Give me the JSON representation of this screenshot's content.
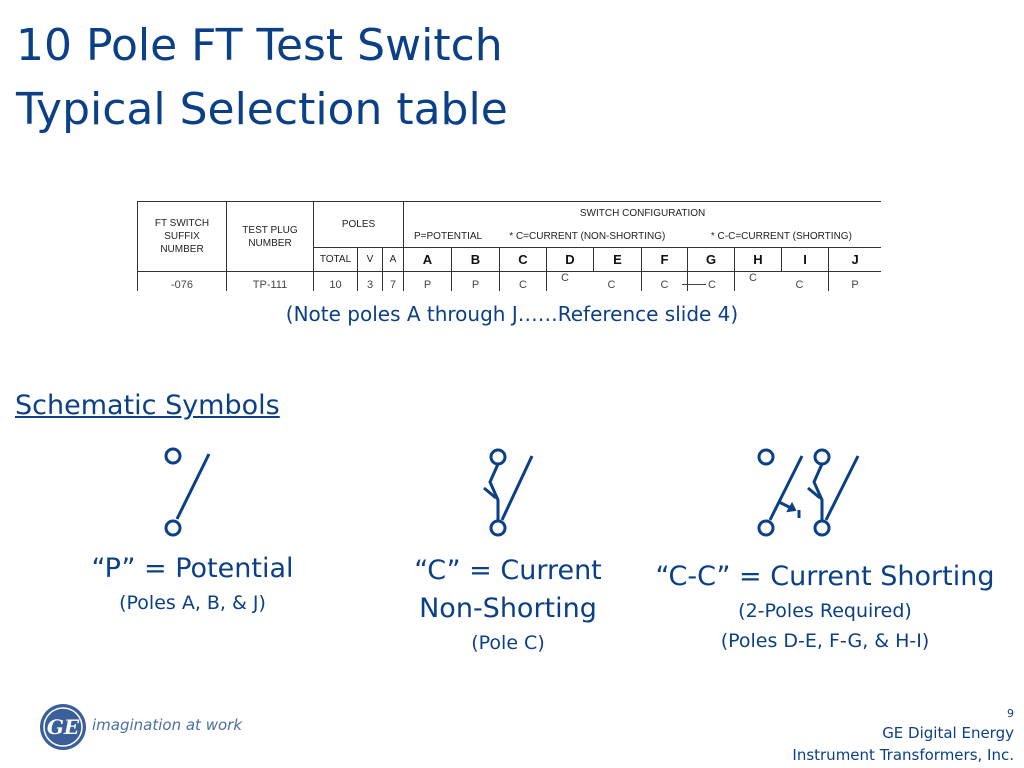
{
  "title": {
    "line1": "10 Pole FT Test Switch",
    "line2": "Typical Selection table"
  },
  "table": {
    "col_suffix": [
      "FT SWITCH",
      "SUFFIX",
      "NUMBER"
    ],
    "col_plug": [
      "TEST PLUG",
      "NUMBER"
    ],
    "col_poles": "POLES",
    "switch_config": "SWITCH CONFIGURATION",
    "legend_p": "P=POTENTIAL",
    "legend_c": "* C=CURRENT (NON-SHORTING)",
    "legend_cc": "* C-C=CURRENT (SHORTING)",
    "sub_total": "TOTAL",
    "sub_v": "V",
    "sub_a": "A",
    "letters": [
      "A",
      "B",
      "C",
      "D",
      "E",
      "F",
      "G",
      "H",
      "I",
      "J"
    ],
    "row": {
      "suffix": "-076",
      "plug": "TP-111",
      "total": "10",
      "v": "3",
      "a": "7",
      "cfg": [
        "P",
        "P",
        "C",
        "C",
        "C",
        "C",
        "C",
        "C",
        "C",
        "P"
      ]
    }
  },
  "note": "(Note poles A through J……Reference slide 4)",
  "schematic_heading": "Schematic Symbols",
  "symbols": {
    "p": {
      "label": "“P” = Potential",
      "sub": "(Poles A, B, & J)"
    },
    "c": {
      "label1": "“C” = Current",
      "label2": "Non-Shorting",
      "sub": "(Pole C)"
    },
    "cc": {
      "label": "“C-C” = Current Shorting",
      "sub1": "(2-Poles Required)",
      "sub2": "(Poles D-E, F-G, & H-I)"
    }
  },
  "logo": {
    "text": "GE",
    "tagline": "imagination at work"
  },
  "footer": {
    "page": "9",
    "line1": "GE Digital Energy",
    "line2": "Instrument Transformers, Inc."
  },
  "colors": {
    "primary": "#0b3f86",
    "logo": "#3a5f9a"
  }
}
